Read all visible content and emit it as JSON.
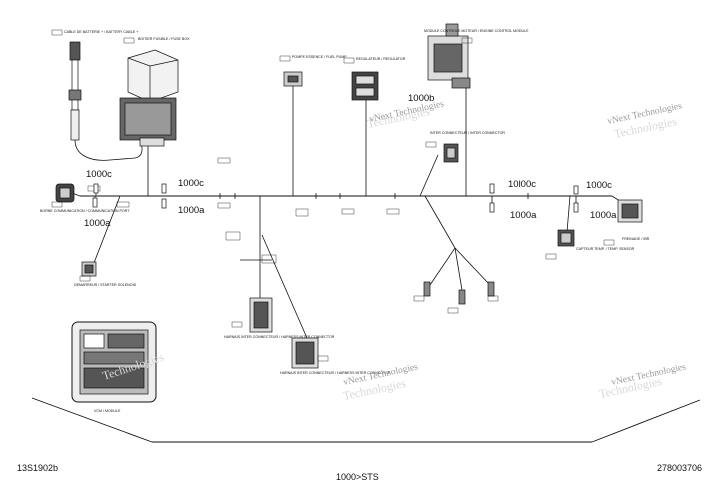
{
  "labels": {
    "l1000c_1": "1000c",
    "l1000a_1": "1000a",
    "l1000c_2": "1000c",
    "l1000a_2": "1000a",
    "l1000c_3": "10l00c",
    "l1000a_3": "1000a",
    "l1000c_4": "1000c",
    "l1000a_4": "1000a",
    "l1000b": "1000b"
  },
  "components": {
    "battery_cable": "CABLE DE BATTERIE + / BATTERY CABLE +",
    "fuse_box": "BOITIER FUSIBLE / FUSE BOX",
    "fuel_pump": "POMPE ESSENCE / FUEL PUMP",
    "regulator": "REGULATEUR / REGULATOR",
    "engine_module": "MODULE CONTROLE MOTEUR / ENGINE CONTROL MODULE",
    "inter_connector": "INTER CONNECTEUR / INTER CONNECTOR",
    "diag_port": "BORNE COMMUNICATION / COMMUNICATION PORT",
    "starter_solenoid": "DEMARREUR / STARTER SOLENOID",
    "harness_connector_1": "HARNAIS INTER CONNECTEUR / HARNESS INTER CONNECTOR",
    "harness_connector_2": "HARNAIS INTER CONNECTEUR / HARNESS INTER CONNECTOR",
    "coolant_sensor": "CAPTEUR TEMP. / TEMP. SENSOR",
    "ibr_module": "FREINAGE / IBR",
    "vcm": "VCM / MODULE"
  },
  "watermark": "vNext Technologies",
  "footer": {
    "left": "13S1902b",
    "center": "1000>STS",
    "right": "278003706"
  }
}
